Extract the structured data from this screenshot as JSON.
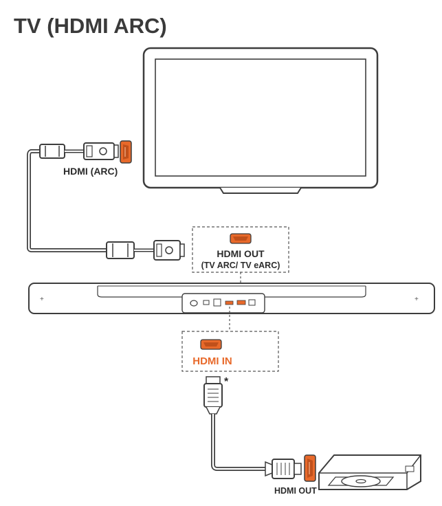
{
  "title": "TV (HDMI ARC)",
  "labels": {
    "tv_port": "HDMI (ARC)",
    "soundbar_out_line1": "HDMI OUT",
    "soundbar_out_line2": "(TV ARC/ TV eARC)",
    "soundbar_in": "HDMI IN",
    "source_out": "HDMI OUT",
    "footnote_marker": "*"
  },
  "colors": {
    "accent": "#e8692a",
    "outline": "#3d3d3d",
    "text": "#2b2b2b"
  },
  "icons": [
    "hdmi-port-icon",
    "hdmi-plug-icon",
    "ferrite-core-icon",
    "tv-icon",
    "soundbar-icon",
    "blu-ray-player-icon",
    "disc-icon"
  ]
}
